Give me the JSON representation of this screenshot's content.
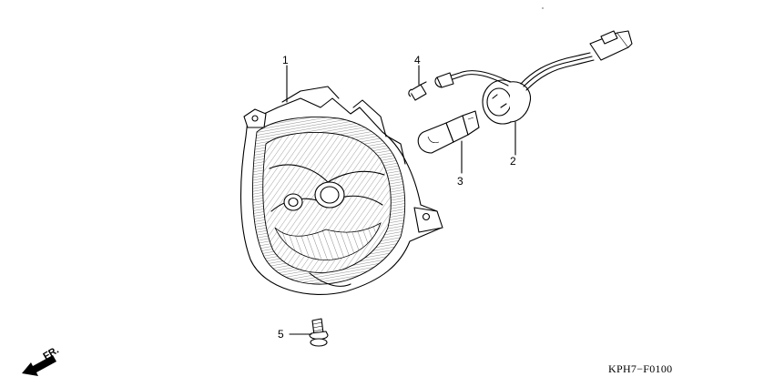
{
  "callouts": [
    {
      "id": "callout-1",
      "number": "1"
    },
    {
      "id": "callout-2",
      "number": "2"
    },
    {
      "id": "callout-3",
      "number": "3"
    },
    {
      "id": "callout-4",
      "number": "4"
    },
    {
      "id": "callout-5",
      "number": "5"
    }
  ],
  "front_indicator": {
    "label": "FR."
  },
  "diagram_code": "KPH7−F0100"
}
